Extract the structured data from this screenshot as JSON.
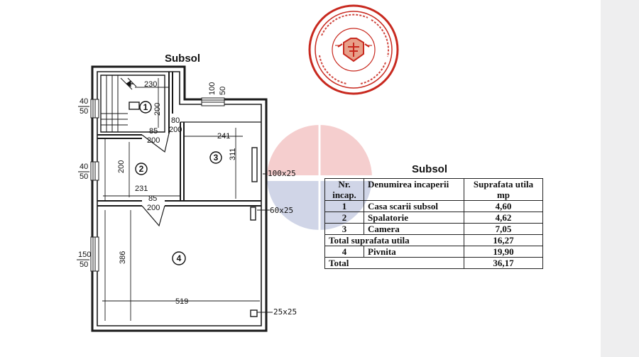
{
  "plan": {
    "title": "Subsol",
    "dimensions": {
      "d230": "230",
      "d200_r1": "200",
      "d80_200": [
        "80",
        "200"
      ],
      "d85_200_top": [
        "85",
        "200"
      ],
      "d241": "241",
      "d311": "311",
      "d200_r2": "200",
      "d231": "231",
      "d85_200_bottom": [
        "85",
        "200"
      ],
      "d386": "386",
      "d519": "519",
      "d100_50": [
        "100",
        "50"
      ],
      "left_window_1": [
        "40",
        "50"
      ],
      "left_window_2": [
        "40",
        "50"
      ],
      "left_window_3": [
        "150",
        "50"
      ],
      "right_vent_1": "100x25",
      "right_vent_2": "60x25",
      "right_vent_3": "25x25"
    },
    "room_numbers": [
      "1",
      "2",
      "3",
      "4"
    ]
  },
  "table": {
    "title": "Subsol",
    "headers": {
      "nr": [
        "Nr.",
        "incap."
      ],
      "name": "Denumirea incaperii",
      "area": [
        "Suprafata utila",
        "mp"
      ]
    },
    "rows": [
      {
        "nr": "1",
        "name": "Casa scarii subsol",
        "area": "4,60"
      },
      {
        "nr": "2",
        "name": "Spalatorie",
        "area": "4,62"
      },
      {
        "nr": "3",
        "name": "Camera",
        "area": "7,05"
      }
    ],
    "total_useful": {
      "label": "Total suprafata utila",
      "area": "16,27"
    },
    "row4": {
      "nr": "4",
      "name": "Pivnita",
      "area": "19,90"
    },
    "total": {
      "label": "Total",
      "area": "36,17"
    }
  },
  "colors": {
    "stamp": "#c8291f",
    "watermark_red": "#e25b5b",
    "watermark_blue": "#5a6fb0"
  }
}
